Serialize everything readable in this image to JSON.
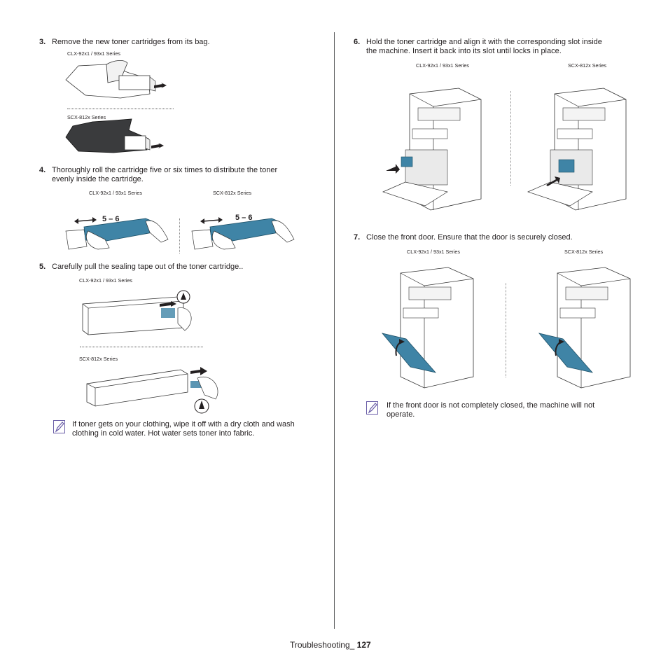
{
  "steps": {
    "s3": {
      "num": "3.",
      "text": "Remove the new toner cartridges from its bag."
    },
    "s4": {
      "num": "4.",
      "text1": "Thoroughly roll the cartridge five or six times to distribute the toner",
      "text2": "evenly inside the cartridge."
    },
    "s5": {
      "num": "5.",
      "text": "Carefully pull the sealing tape out of the toner cartridge.."
    },
    "s6": {
      "num": "6.",
      "text1": "Hold the toner cartridge and align it with the corresponding slot inside",
      "text2": "the machine. Insert it back into its slot until locks in place."
    },
    "s7": {
      "num": "7.",
      "text": "Close the front door. Ensure that the door is securely closed."
    }
  },
  "captions": {
    "clx": "CLX-92x1 / 93x1 Series",
    "scx": "SCX-812x Series"
  },
  "roll_label": "5 – 6",
  "notes": {
    "left1": "If toner gets on your clothing, wipe it off with a dry cloth and wash",
    "left2": "clothing in cold water. Hot water sets toner into fabric.",
    "right1": "If the front door is not completely closed, the machine will not",
    "right2": "operate."
  },
  "footer": {
    "section": "Troubleshooting_",
    "page": "127"
  },
  "colors": {
    "toner_blue": "#3f84a6",
    "note_icon": "#6b5fa8",
    "dark_bag": "#3a3b3d"
  }
}
